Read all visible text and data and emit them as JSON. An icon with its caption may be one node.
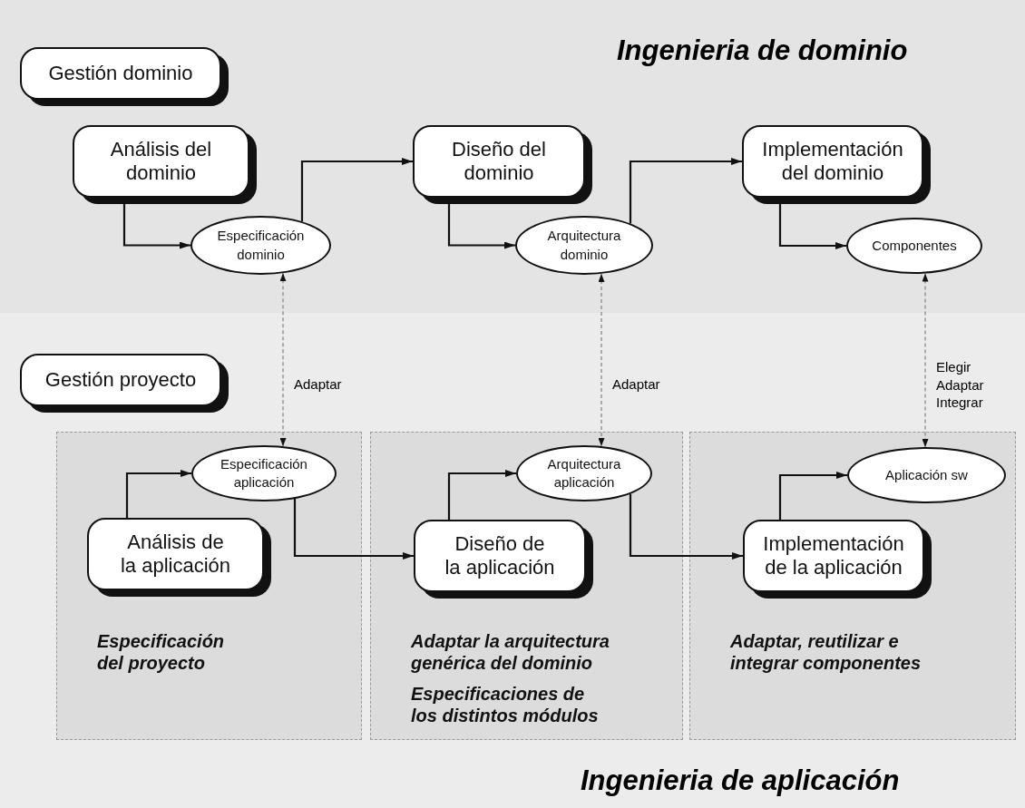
{
  "diagram": {
    "nodes": [
      {
        "text": [
          "Gestión dominio"
        ]
      },
      {
        "text": [
          "Análisis del dominio"
        ]
      },
      {
        "text": [
          "Diseño del dominio"
        ]
      },
      {
        "text": [
          "Implementación del dominio"
        ]
      },
      {
        "text": [
          "Especificación dominio"
        ]
      },
      {
        "text": [
          "Arquitectura dominio"
        ]
      },
      {
        "text": [
          "Componentes"
        ]
      },
      {
        "text": [
          "Gestión proyecto"
        ]
      },
      {
        "text": [
          "Especificación del proyecto"
        ]
      },
      {
        "text": [
          "Especificación aplicación"
        ],
        "in": 8
      },
      {
        "text": [
          "Análisis de la aplicación"
        ],
        "in": 8
      },
      {
        "text": [
          "Adaptar la arquitectura genérica del dominio",
          "Especificaciones de los distintos módulos"
        ]
      },
      {
        "text": [
          "Arquitectura aplicación"
        ],
        "in": 11
      },
      {
        "text": [
          "Diseño de la aplicación"
        ],
        "in": 11
      },
      {
        "text": [
          "Adaptar, reutilizar e integrar componentes"
        ]
      },
      {
        "text": [
          "Aplicación sw"
        ],
        "in": 14
      },
      {
        "text": [
          "Implementación de la aplicación"
        ],
        "in": 14
      }
    ],
    "edges": [
      {
        "from": 1,
        "to": 4,
        "arrow": "to"
      },
      {
        "from": 4,
        "to": 2,
        "arrow": "to"
      },
      {
        "from": 2,
        "to": 5,
        "arrow": "to"
      },
      {
        "from": 5,
        "to": 3,
        "arrow": "to"
      },
      {
        "from": 3,
        "to": 6,
        "arrow": "to"
      },
      {
        "from": 4,
        "to": 9,
        "arrow": "both",
        "style": "dashed",
        "color": "#888888",
        "label": "Adaptar"
      },
      {
        "from": 5,
        "to": 12,
        "arrow": "both",
        "style": "dashed",
        "color": "#888888",
        "label": "Adaptar"
      },
      {
        "from": 6,
        "to": 15,
        "arrow": "both",
        "style": "dashed",
        "color": "#888888",
        "label": "Elegir Adaptar Integrar"
      },
      {
        "from": 10,
        "to": 9,
        "arrow": "to"
      },
      {
        "from": 9,
        "to": 13,
        "arrow": "to"
      },
      {
        "from": 13,
        "to": 12,
        "arrow": "to"
      },
      {
        "from": 12,
        "to": 16,
        "arrow": "to"
      },
      {
        "from": 16,
        "to": 15,
        "arrow": "to"
      }
    ],
    "labels": [
      "Ingenieria de dominio",
      "Ingenieria de aplicación"
    ]
  }
}
